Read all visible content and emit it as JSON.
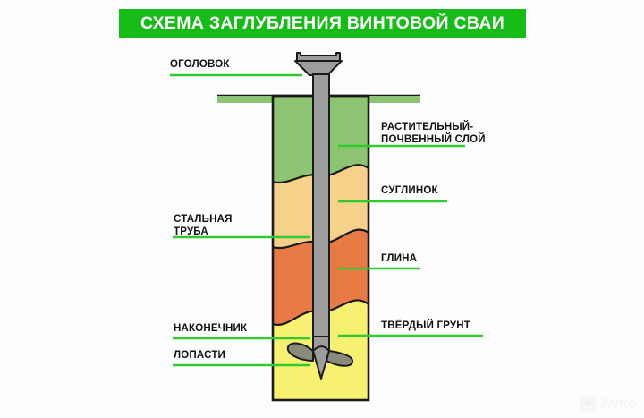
{
  "title": {
    "text": "СХЕМА ЗАГЛУБЛЕНИЯ ВИНТОВОЙ СВАИ",
    "banner_color": "#16bc16",
    "text_color": "#ffffff"
  },
  "diagram": {
    "name": "screw-pile-embedment-scheme",
    "leader_color": "#2ecc2e",
    "pile_color": "#9d9d9d",
    "pile_outline": "#1a1a1a",
    "column_outline": "#1a1a1a"
  },
  "soil_layers": [
    {
      "id": "topsoil",
      "label": "РАСТИТЕЛЬНЫЙ-\nПОЧВЕННЫЙ СЛОЙ",
      "color": "#8cc472",
      "side": "right"
    },
    {
      "id": "loam",
      "label": "СУГЛИНОК",
      "color": "#f5d189",
      "side": "right"
    },
    {
      "id": "clay",
      "label": "ГЛИНА",
      "color": "#e87a45",
      "side": "right"
    },
    {
      "id": "hard-ground",
      "label": "ТВЁРДЫЙ ГРУНТ",
      "color": "#f7f071",
      "side": "right"
    }
  ],
  "pile_parts": [
    {
      "id": "cap",
      "label": "ОГОЛОВОК",
      "side": "left"
    },
    {
      "id": "pipe",
      "label": "СТАЛЬНАЯ\nТРУБА",
      "side": "left"
    },
    {
      "id": "tip",
      "label": "НАКОНЕЧНИК",
      "side": "left"
    },
    {
      "id": "blade",
      "label": "ЛОПАСТИ",
      "side": "left"
    }
  ],
  "watermark": {
    "text": "Avito"
  }
}
